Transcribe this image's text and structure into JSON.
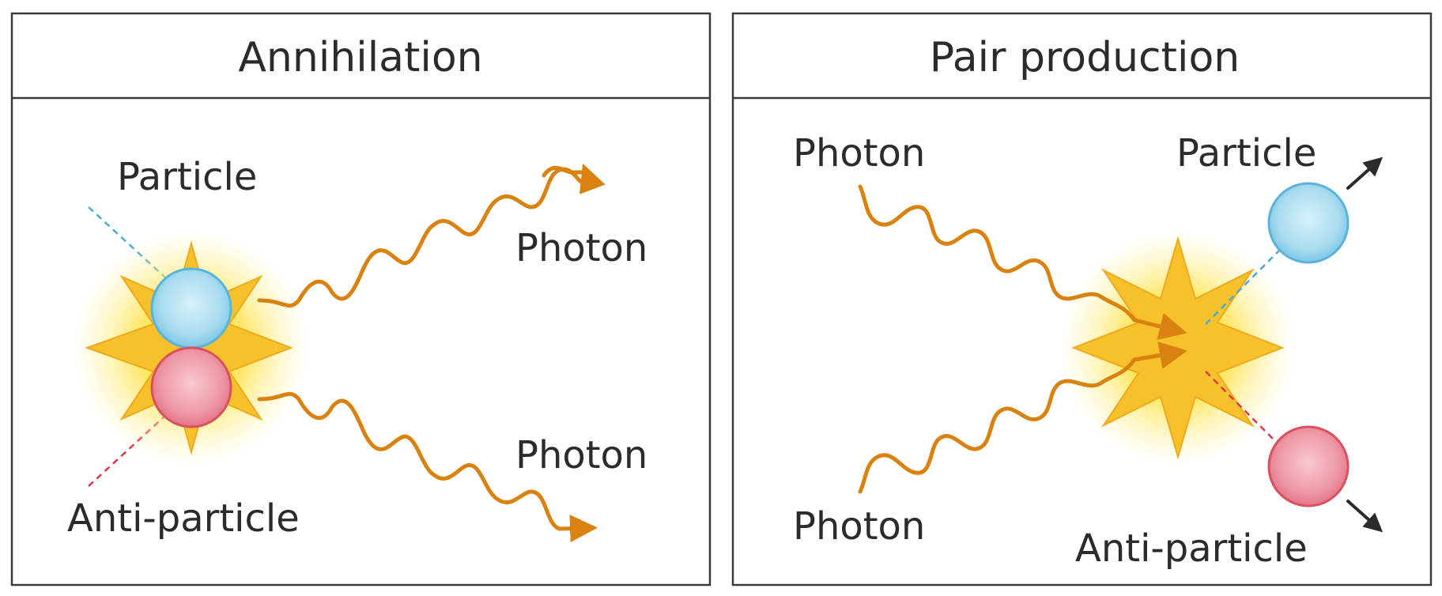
{
  "panels": [
    {
      "title": "Annihilation",
      "labels": {
        "particle": "Particle",
        "anti_particle": "Anti-particle",
        "photon_top": "Photon",
        "photon_bottom": "Photon"
      }
    },
    {
      "title": "Pair production",
      "labels": {
        "photon_top": "Photon",
        "photon_bottom": "Photon",
        "particle": "Particle",
        "anti_particle": "Anti-particle"
      }
    }
  ],
  "colors": {
    "photon": "#d9820f",
    "particle": "#a9dcef",
    "anti_particle": "#ee98a6",
    "burst": "#f6c12a",
    "frame": "#3a3a3a"
  }
}
